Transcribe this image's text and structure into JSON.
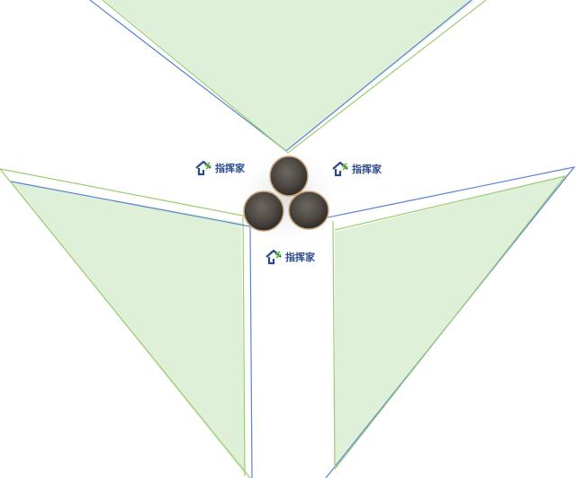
{
  "watermark": {
    "text": "指挥家",
    "icon": "house-logo-icon"
  },
  "colors": {
    "fill": "#dff0d8",
    "green_edge": "#9ccc72",
    "blue_edge": "#5b82d6",
    "logo_blue": "#2b4a8e",
    "logo_green": "#6cbf3c",
    "seed_dark": "#4f4a45",
    "seed_rim": "#c9a57a"
  },
  "diagram": {
    "description_items": [
      "top-triangle",
      "left-triangle",
      "right-triangle",
      "three-seeds"
    ]
  }
}
